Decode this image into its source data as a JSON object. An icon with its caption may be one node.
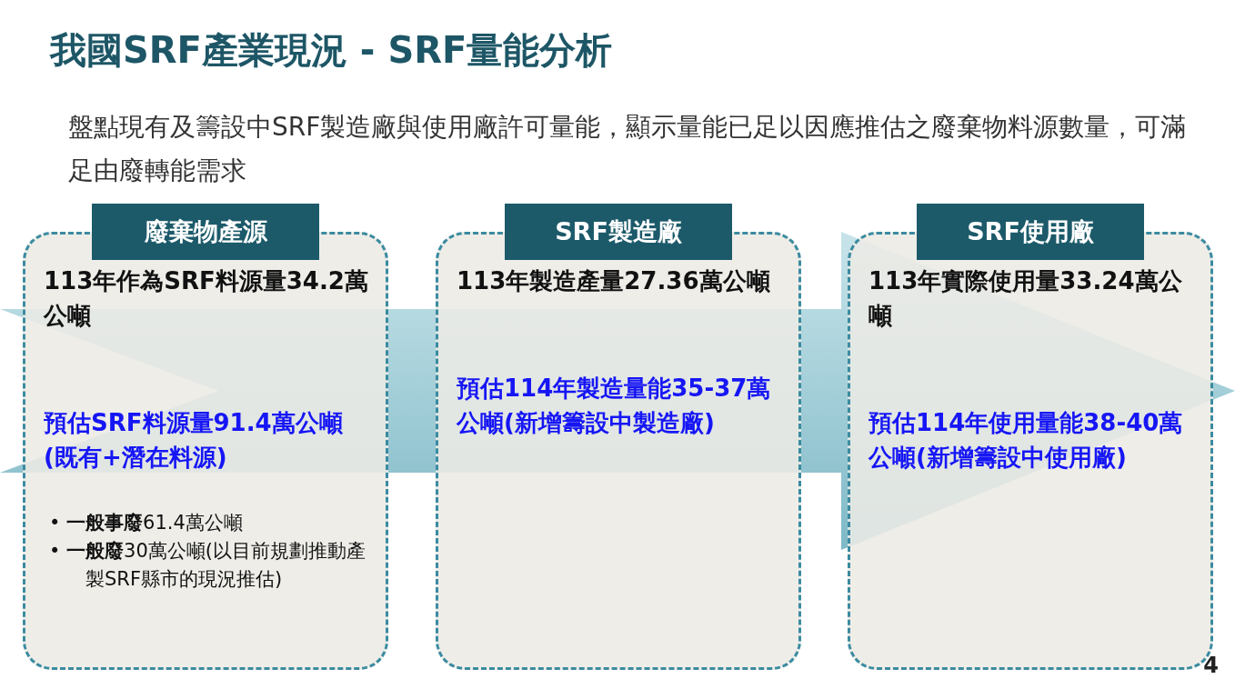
{
  "diagram": {
    "title": "我國SRF產業現況 - SRF量能分析",
    "nodes": [
      {
        "text": [
          "廢棄物產源",
          "113年作為SRF料源量34.2萬公噸",
          "預估SRF料源量91.4萬公噸(既有+潛在料源)",
          "• **一般事廢**61.4萬公噸",
          "• **一般廢**30萬公噸(以目前規劃推動產製SRF縣市的現況推估)"
        ]
      },
      {
        "text": [
          "SRF製造廠",
          "113年製造產量27.36萬公噸",
          "預估114年製造量能35-37萬公噸(新增籌設中製造廠)"
        ]
      },
      {
        "text": [
          "SRF使用廠",
          "113年實際使用量33.24萬公噸",
          "預估114年使用量能38-40萬公噸(新增籌設中使用廠)"
        ]
      }
    ],
    "edges": [
      {
        "from": 0,
        "to": 2,
        "arrow": "to"
      }
    ],
    "labels": [
      "盤點現有及籌設中SRF製造廠與使用廠許可量能，顯示量能已足以因應推估之廢棄物料源數量，可滿足由廢轉能需求",
      "4"
    ]
  }
}
